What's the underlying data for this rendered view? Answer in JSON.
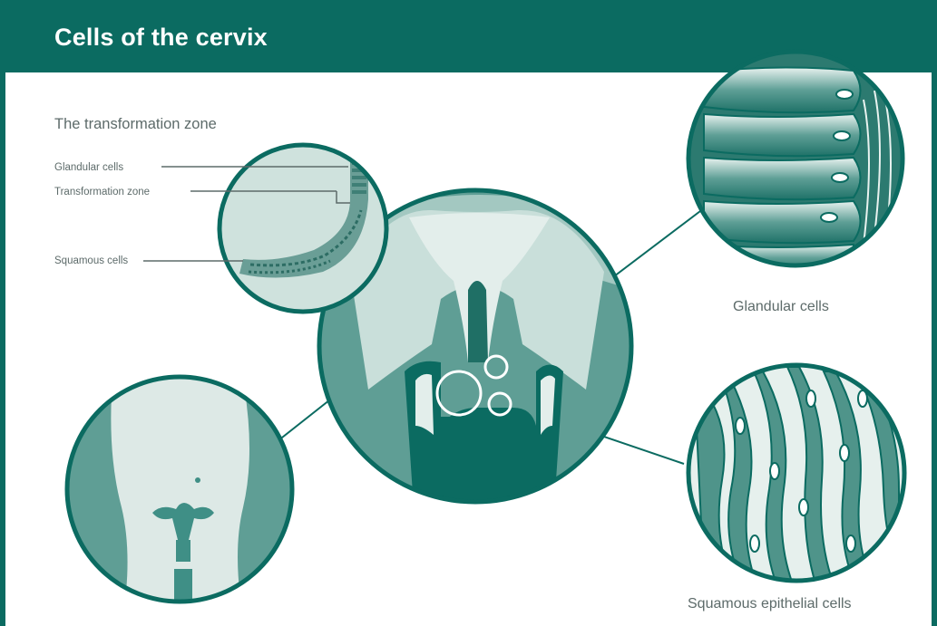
{
  "header": {
    "title": "Cells of the cervix"
  },
  "inset_transformation": {
    "heading": "The transformation zone",
    "labels": {
      "glandular": "Glandular cells",
      "transformation": "Transformation zone",
      "squamous": "Squamous cells"
    }
  },
  "captions": {
    "glandular": "Glandular cells",
    "squamous_epithelial": "Squamous epithelial cells"
  },
  "colors": {
    "brand_teal": "#0b6b61",
    "mid_teal": "#3f8f86",
    "light_teal": "#a9cdc7",
    "pale_teal": "#d5e6e2",
    "label_gray": "#5d6b6a"
  }
}
